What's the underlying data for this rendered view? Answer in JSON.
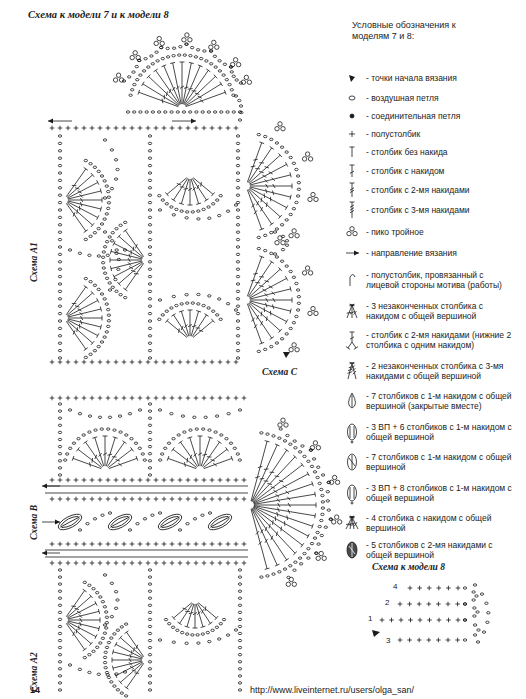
{
  "diagram": {
    "title": "Схема к модели 7 и к модели 8",
    "labels": [
      "Условные обозначения к моделям 7 и 8:",
      "Схема А1",
      "Схема С",
      "Схема В",
      "Схема А2",
      "Схема к модели 8",
      "4",
      "2",
      "1",
      "3",
      "14",
      "http://www.liveinternet.ru/users/olga_san/"
    ],
    "legend": [
      {
        "text": "- точки начала вязания"
      },
      {
        "text": "- воздушная петля"
      },
      {
        "text": "- соединительная петля"
      },
      {
        "text": "- полустолбик"
      },
      {
        "text": "- столбик без накида"
      },
      {
        "text": "- столбик с накидом"
      },
      {
        "text": "- столбик с 2-мя накидами"
      },
      {
        "text": "- столбик с 3-мя накидами"
      },
      {
        "text": "- пико тройное"
      },
      {
        "text": "- направление вязания"
      },
      {
        "text": "- полустолбик, провязанный с лицевой стороны мотива (работы)"
      },
      {
        "text": "- 3 незаконченных столбика с накидом с общей вершиной"
      },
      {
        "text": "- столбик с 2-мя накидами (нижние 2 столбика с одним накидом)"
      },
      {
        "text": "- 2 незаконченных столбика с 3-мя накидами с общей вершиной"
      },
      {
        "text": "- 7 столбиков с 1-м накидом с общей вершиной (закрытые вместе)"
      },
      {
        "text": "- 3 ВП + 6 столбиков с 1-м накидом с общей вершиной"
      },
      {
        "text": "- 7 столбиков с 1-м накидом с общей вершиной"
      },
      {
        "text": "- 3 ВП + 8 столбиков с 1-м накидом с общей вершиной"
      },
      {
        "text": "- 4 столбика с накидом с общей вершиной"
      },
      {
        "text": "- 5 столбиков с 2-мя накидами с общей вершиной"
      }
    ]
  }
}
